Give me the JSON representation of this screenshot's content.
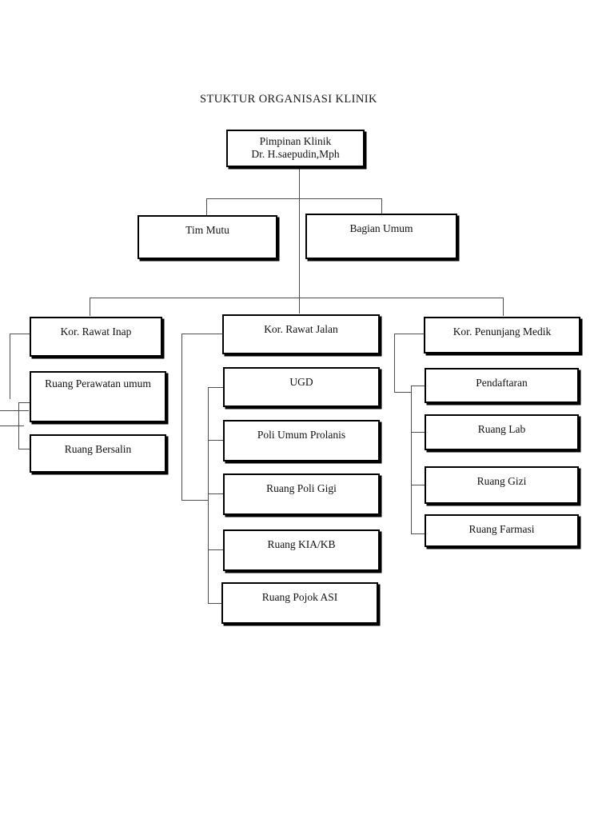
{
  "diagram": {
    "title": "STUKTUR ORGANISASI KLINIK",
    "type": "organizational-chart",
    "colors": {
      "background": "#ffffff",
      "box_border": "#000000",
      "box_fill": "#ffffff",
      "connector": "#4d4d4d",
      "text": "#111111"
    },
    "levels": [
      {
        "level": 1,
        "nodes": [
          {
            "id": "pimpinan-klinik",
            "label": "Pimpinan Klinik",
            "label_line2": "Dr. H.saepudin,Mph"
          }
        ]
      },
      {
        "level": 2,
        "nodes": [
          {
            "id": "tim-mutu",
            "label": "Tim Mutu"
          },
          {
            "id": "bagian-umum",
            "label": "Bagian Umum"
          }
        ]
      },
      {
        "level": 3,
        "nodes": [
          {
            "id": "kor-rawat-inap",
            "label": "Kor. Rawat Inap"
          },
          {
            "id": "kor-rawat-jalan",
            "label": "Kor. Rawat Jalan"
          },
          {
            "id": "kor-penunjang-medik",
            "label": "Kor. Penunjang Medik"
          }
        ]
      },
      {
        "level": 4,
        "columns": [
          {
            "parent": "kor-rawat-inap",
            "nodes": [
              {
                "id": "ruang-perawatan-umum",
                "label": "Ruang Perawatan umum"
              },
              {
                "id": "ruang-bersalin",
                "label": "Ruang Bersalin"
              }
            ]
          },
          {
            "parent": "kor-rawat-jalan",
            "nodes": [
              {
                "id": "ugd",
                "label": "UGD"
              },
              {
                "id": "poli-umum-prolanis",
                "label": "Poli Umum Prolanis"
              },
              {
                "id": "ruang-poli-gigi",
                "label": "Ruang Poli Gigi"
              },
              {
                "id": "ruang-kia-kb",
                "label": "Ruang KIA/KB"
              },
              {
                "id": "ruang-pojok-asi",
                "label": "Ruang Pojok ASI"
              }
            ]
          },
          {
            "parent": "kor-penunjang-medik",
            "nodes": [
              {
                "id": "pendaftaran",
                "label": "Pendaftaran"
              },
              {
                "id": "ruang-lab",
                "label": "Ruang Lab"
              },
              {
                "id": "ruang-gizi",
                "label": "Ruang Gizi"
              },
              {
                "id": "ruang-farmasi",
                "label": "Ruang Farmasi"
              }
            ]
          }
        ]
      }
    ]
  }
}
